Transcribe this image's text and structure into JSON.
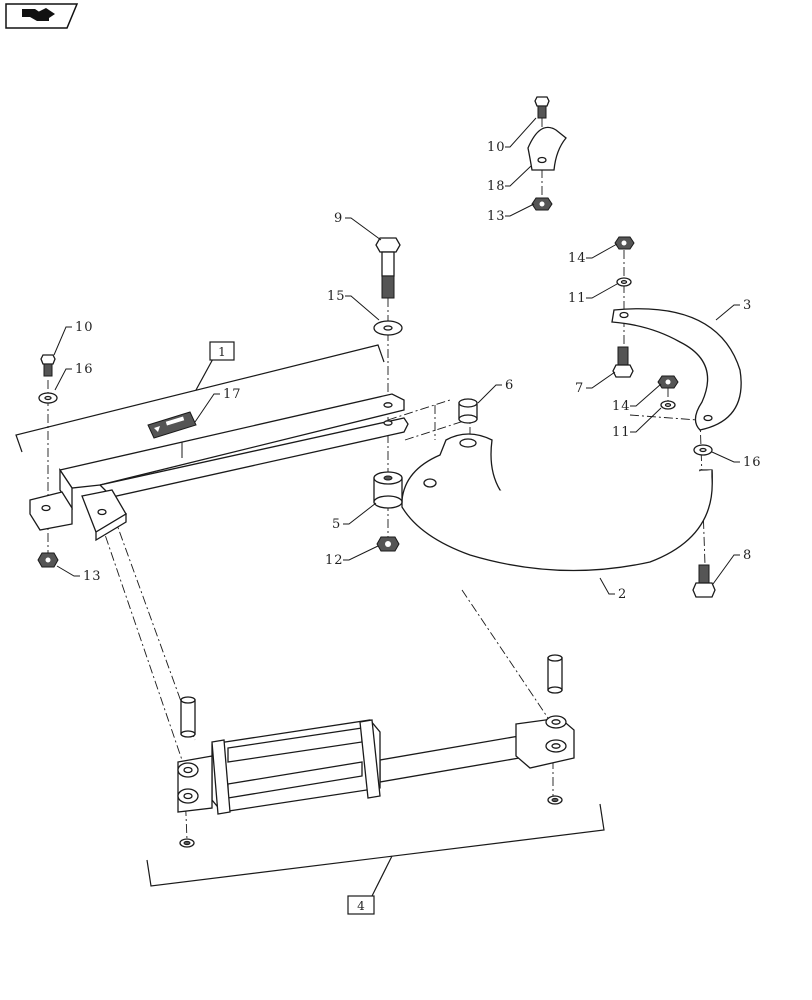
{
  "header": {
    "icon": "parts-catalog-arrow-icon"
  },
  "callouts": {
    "c10a": "10",
    "c18": "18",
    "c13a": "13",
    "c9": "9",
    "c15": "15",
    "c14a": "14",
    "c11a": "11",
    "c3": "3",
    "c7": "7",
    "c14b": "14",
    "c11b": "11",
    "c16b": "16",
    "c8": "8",
    "c6": "6",
    "c5": "5",
    "c12": "12",
    "c2": "2",
    "c10b": "10",
    "c16a": "16",
    "c17": "17",
    "c13b": "13"
  },
  "assemblies": {
    "a1": "1",
    "a4": "4"
  }
}
